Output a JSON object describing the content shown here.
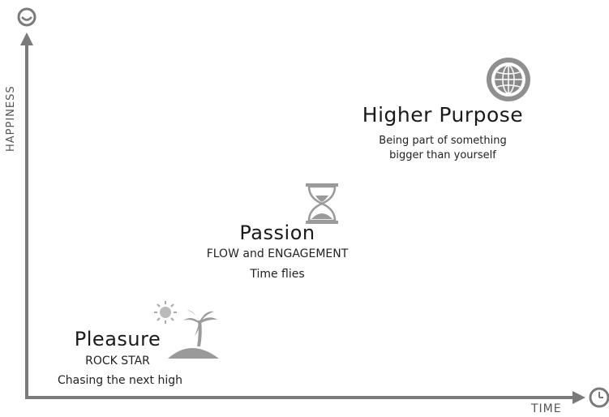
{
  "axes": {
    "y_label": "HAPPINESS",
    "x_label": "TIME",
    "y_icon": "smiley-icon",
    "x_icon": "clock-icon"
  },
  "stages": [
    {
      "title": "Pleasure",
      "subtitle": "ROCK STAR",
      "description": "Chasing the next high",
      "icon": "island-sun-icon"
    },
    {
      "title": "Passion",
      "subtitle": "FLOW and ENGAGEMENT",
      "description": "Time flies",
      "icon": "hourglass-icon"
    },
    {
      "title": "Higher Purpose",
      "description_lines": [
        "Being part of something",
        "bigger than yourself"
      ],
      "icon": "globe-icon"
    }
  ],
  "colors": {
    "axis": "#7a7a7a",
    "icon": "#9a9a9a",
    "text": "#1e1e1e"
  }
}
